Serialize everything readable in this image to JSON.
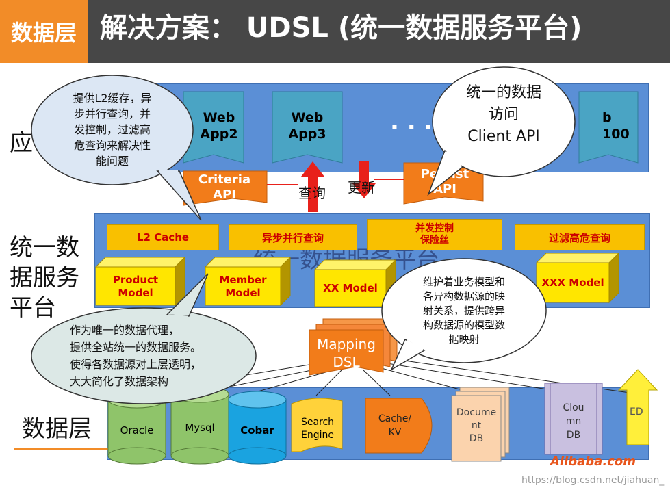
{
  "header": {
    "layer_tag": "数据层",
    "title": "解决方案： UDSL (统一数据服务平台)"
  },
  "app_layer": {
    "side_label": "应",
    "apps": [
      "Web\nApp2",
      "Web\nApp3",
      "b\n100"
    ],
    "dots": ". . . ."
  },
  "apis": {
    "criteria": "Criteria\nAPI",
    "persist": "Persist\nAPI"
  },
  "arrows": {
    "query": "查询",
    "update": "更新"
  },
  "platform": {
    "side_label": "统一数\n据服务\n平台",
    "band_text": "统一数据服务平台",
    "modules": [
      "L2 Cache",
      "异步并行查询",
      "并发控制\n保险丝",
      "过滤高危查询"
    ],
    "models": [
      "Product\nModel",
      "Member\nModel",
      "XX Model",
      "XXX Model"
    ]
  },
  "mapping": "Mapping\nDSL",
  "data_layer": {
    "side_label": "数据层",
    "sources": [
      "Oracle",
      "Mysql",
      "Cobar",
      "Search\nEngine",
      "Cache/\nKV",
      "Docume\nnt\nDB",
      "Clou\nmn\nDB",
      "ED"
    ]
  },
  "callouts": {
    "l2": "提供L2缓存，异\n步并行查询，并\n发控制，过滤高\n危查询来解决性\n能问题",
    "client": "统一的数据\n访问\nClient API",
    "proxy": "作为唯一的数据代理，\n提供全站统一的数据服务。\n使得各数据源对上层透明，\n大大简化了数据架构",
    "mapping": "维护着业务模型和\n各异构数据源的映\n射关系，提供跨异\n构数据源的模型数\n据映射"
  },
  "branding": {
    "logo": "Alibaba.com",
    "watermark": "https://blog.csdn.net/jiahuan_"
  },
  "colors": {
    "header_bg": "#474747",
    "tag_bg": "#f28c28",
    "band_blue": "#5b8fd6",
    "yellow": "#f9c000",
    "orange": "#f27c1a",
    "arrow_red": "#e8211b"
  }
}
